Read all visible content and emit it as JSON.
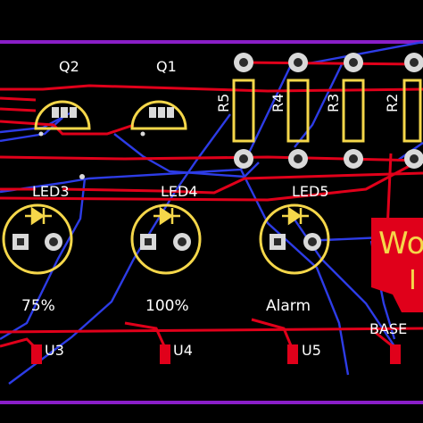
{
  "board": {
    "outline_color": "#8a1ec8",
    "top_trace_color": "#e0001a",
    "bottom_trace_color": "#2d3ce6",
    "silkscreen_color": "#f5d74a",
    "pad_color": "#d9d9d9",
    "logo_fill_color": "#e0001a"
  },
  "transistors": [
    {
      "ref": "Q2"
    },
    {
      "ref": "Q1"
    }
  ],
  "resistors": [
    {
      "ref": "R5"
    },
    {
      "ref": "R4"
    },
    {
      "ref": "R3"
    },
    {
      "ref": "R2"
    }
  ],
  "leds": [
    {
      "ref": "LED3",
      "caption": "75%"
    },
    {
      "ref": "LED4",
      "caption": "100%"
    },
    {
      "ref": "LED5",
      "caption": "Alarm"
    }
  ],
  "connectors": [
    {
      "ref": "U3"
    },
    {
      "ref": "U4"
    },
    {
      "ref": "U5"
    }
  ],
  "logo": {
    "line1": "Wo",
    "line2": "I"
  },
  "base_label": "BASE"
}
